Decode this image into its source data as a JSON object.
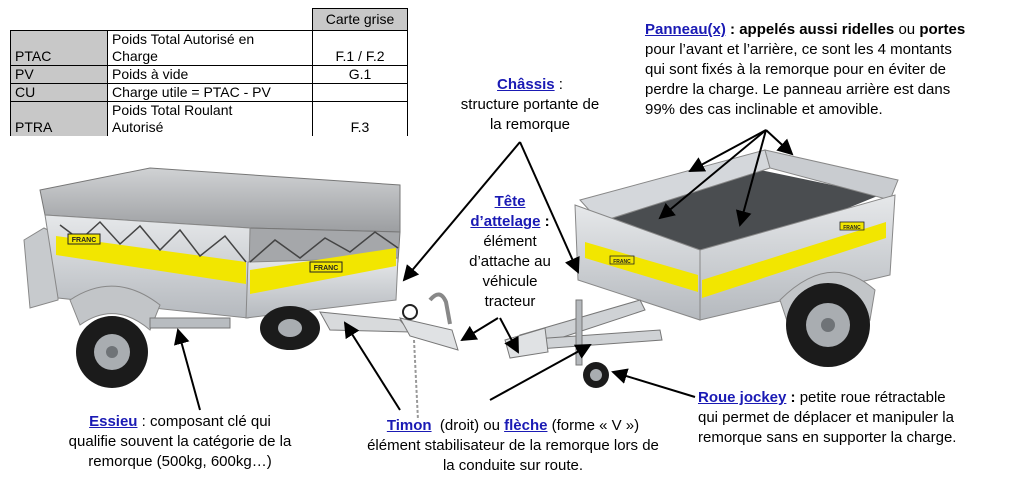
{
  "table": {
    "header": "Carte grise",
    "rows": [
      {
        "abbr": "PTAC",
        "desc_line1": "Poids Total Autorisé en",
        "desc_line2": "Charge",
        "ref": "F.1 / F.2"
      },
      {
        "abbr": "PV",
        "desc": "Poids à vide",
        "ref": "G.1"
      },
      {
        "abbr": "CU",
        "desc": "Charge utile = PTAC - PV",
        "ref": ""
      },
      {
        "abbr": "PTRA",
        "desc_line1": "Poids Total Roulant",
        "desc_line2": "Autorisé",
        "ref": "F.3"
      }
    ]
  },
  "annotations": {
    "panneaux": {
      "term": "Panneau(x)",
      "sep": " : appelés aussi ",
      "bold1": "ridelles",
      "mid": " ou ",
      "bold2": "portes",
      "lines": [
        "pour l’avant et l’arrière, ce sont les 4 montants",
        "qui sont fixés à la remorque pour en éviter de",
        "perdre la charge. Le panneau arrière est dans",
        "99% des cas inclinable et amovible."
      ]
    },
    "chassis": {
      "term": "Châssis",
      "sep": " :",
      "lines": [
        "structure portante de",
        "la remorque"
      ]
    },
    "tete": {
      "term_line1": "Tête",
      "term_line2": "d’attelage",
      "sep": " :",
      "lines": [
        "élément",
        "d’attache au",
        "véhicule",
        "tracteur"
      ]
    },
    "essieu": {
      "term": "Essieu",
      "sep": " : composant clé qui",
      "lines": [
        "qualifie souvent la catégorie de la",
        "remorque (500kg, 600kg…)"
      ]
    },
    "timon": {
      "term1": "Timon",
      "mid": "  (droit) ou ",
      "term2": "flèche",
      "after": " (forme « V »)",
      "lines": [
        "élément stabilisateur de la remorque lors de",
        "la conduite sur route."
      ]
    },
    "roue_jockey": {
      "term": "Roue jockey",
      "sep": " : ",
      "first": "petite roue rétractable",
      "lines": [
        "qui permet de déplacer et manipuler la",
        "remorque sans en supporter la charge."
      ]
    }
  },
  "images": {
    "left_trailer": {
      "label": "FRANC",
      "stripe_color": "#f2e600",
      "cover_color": "#a9abad"
    },
    "right_trailer": {
      "label": "FRANC",
      "stripe_color": "#f2e600",
      "body_color": "#c9cdd2"
    }
  },
  "colors": {
    "term": "#1a1ab4",
    "table_header_bg": "#c8c8c8"
  }
}
